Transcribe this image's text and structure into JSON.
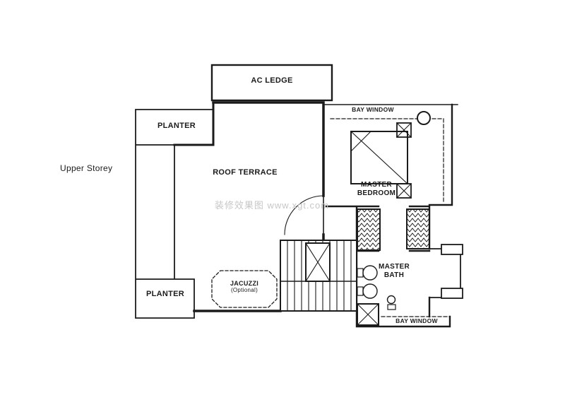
{
  "page": {
    "background": "#ffffff",
    "ink": "#1b1b1b"
  },
  "plan": {
    "storey_label": "Upper Storey",
    "watermark": "装修效果图 www.xgt.com",
    "rooms": {
      "ac_ledge": "AC LEDGE",
      "planter_top": "PLANTER",
      "roof_terrace": "ROOF TERRACE",
      "bay_window_top": "BAY WINDOW",
      "master_bedroom_1": "MASTER",
      "master_bedroom_2": "BEDROOM",
      "master_bath_1": "MASTER",
      "master_bath_2": "BATH",
      "jacuzzi_1": "JACUZZI",
      "jacuzzi_2": "(Optional)",
      "planter_bottom": "PLANTER",
      "bay_window_bottom": "BAY WINDOW"
    }
  }
}
